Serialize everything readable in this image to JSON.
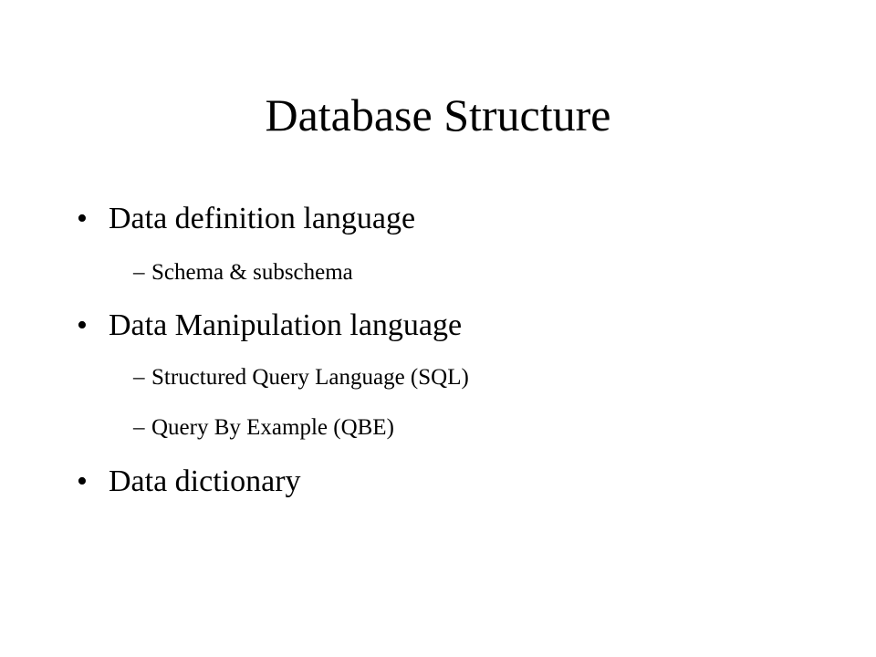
{
  "slide": {
    "title": "Database Structure",
    "items": [
      {
        "level": 1,
        "marker": "•",
        "text": "Data definition language"
      },
      {
        "level": 2,
        "marker": "–",
        "text": "Schema & subschema"
      },
      {
        "level": 1,
        "marker": "•",
        "text": "Data Manipulation language"
      },
      {
        "level": 2,
        "marker": "–",
        "text": "Structured Query Language (SQL)"
      },
      {
        "level": 2,
        "marker": "–",
        "text": "Query By Example (QBE)"
      },
      {
        "level": 1,
        "marker": "•",
        "text": "Data dictionary"
      }
    ]
  },
  "colors": {
    "background": "#ffffff",
    "text": "#000000"
  }
}
